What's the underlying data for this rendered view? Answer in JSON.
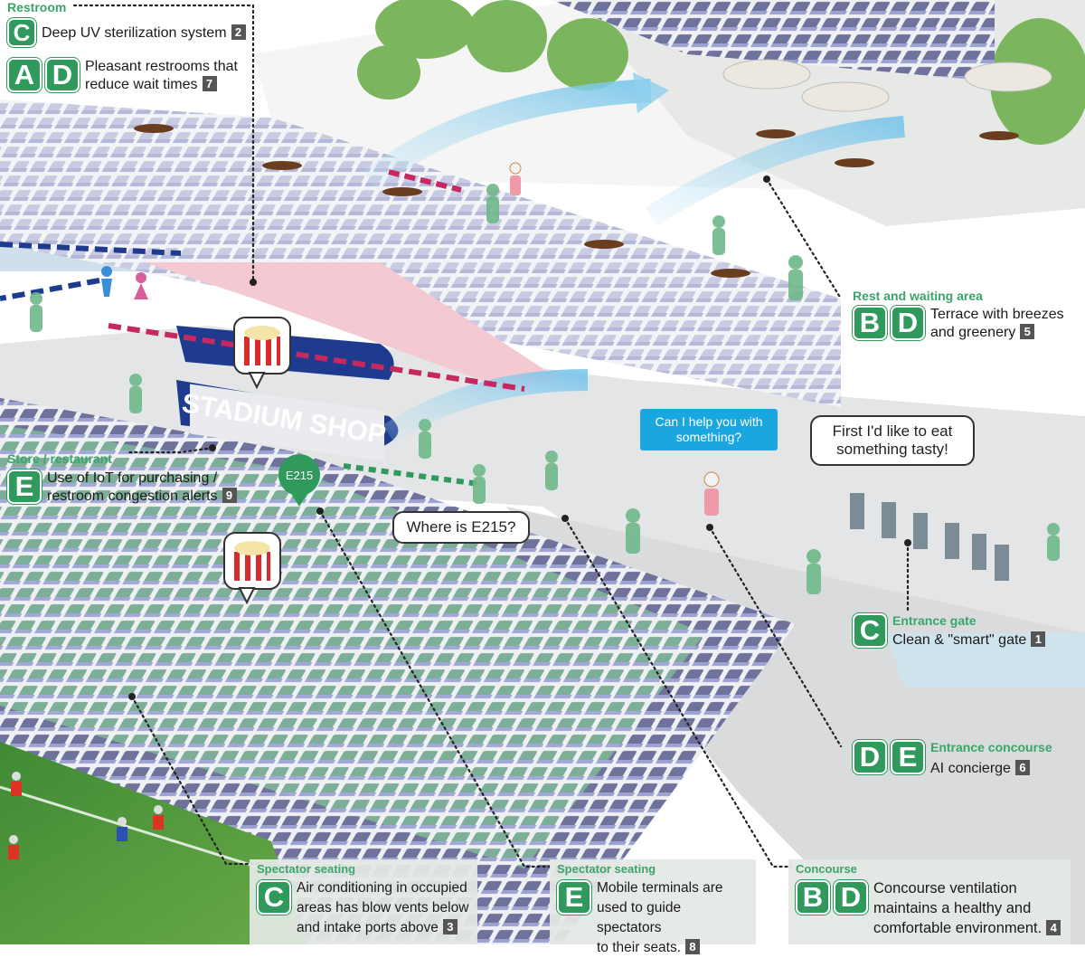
{
  "colors": {
    "accent_green": "#2f9a5c",
    "label_green": "#3aa56a",
    "number_box": "#555555",
    "bubble_blue": "#1aa7e0",
    "seat_purple": "#8a8fc4",
    "figure_green": "#6fb98a",
    "field_green": "#4f9a3c"
  },
  "callouts": {
    "restroom": {
      "category": "Restroom",
      "uv": {
        "icons": [
          "C-plus-icon"
        ],
        "letters": [
          "C"
        ],
        "text": "Deep UV sterilization system",
        "number": "2"
      },
      "wait": {
        "icons": [
          "A-icon",
          "D-icon"
        ],
        "letters": [
          "A",
          "D"
        ],
        "text_line1": "Pleasant restrooms that",
        "text_line2": "reduce wait times",
        "number": "7"
      }
    },
    "rest_area": {
      "category": "Rest and waiting area",
      "letters": [
        "B",
        "D"
      ],
      "text_line1": "Terrace with breezes",
      "text_line2": "and greenery",
      "number": "5"
    },
    "store": {
      "category": "Store / restaurant",
      "letters": [
        "E"
      ],
      "text_line1": "Use of IoT for purchasing /",
      "text_line2": "restroom congestion alerts",
      "number": "9"
    },
    "entrance_gate": {
      "category": "Entrance gate",
      "letters": [
        "C"
      ],
      "text": "Clean & \"smart\" gate",
      "number": "1"
    },
    "entrance_concourse": {
      "category": "Entrance concourse",
      "letters": [
        "D",
        "E"
      ],
      "text": "AI concierge",
      "number": "6"
    },
    "seating_ac": {
      "category": "Spectator seating",
      "letters": [
        "C"
      ],
      "text_line1": "Air conditioning in occupied",
      "text_line2": "areas has blow vents below",
      "text_line3": "and intake ports above",
      "number": "3"
    },
    "seating_mobile": {
      "category": "Spectator seating",
      "letters": [
        "E"
      ],
      "text_line1": "Mobile terminals are",
      "text_line2": "used to guide spectators",
      "text_line3": "to their seats.",
      "number": "8"
    },
    "concourse": {
      "category": "Concourse",
      "letters": [
        "B",
        "D"
      ],
      "text_line1": "Concourse ventilation",
      "text_line2": "maintains a healthy and",
      "text_line3": "comfortable environment.",
      "number": "4"
    }
  },
  "bubbles": {
    "robot_help": "Can I help you with something?",
    "eat": "First I'd like to eat something tasty!",
    "where": "Where is E215?"
  },
  "scene": {
    "shop_sign": "STADIUM SHOP",
    "seat_pin": "E215"
  }
}
